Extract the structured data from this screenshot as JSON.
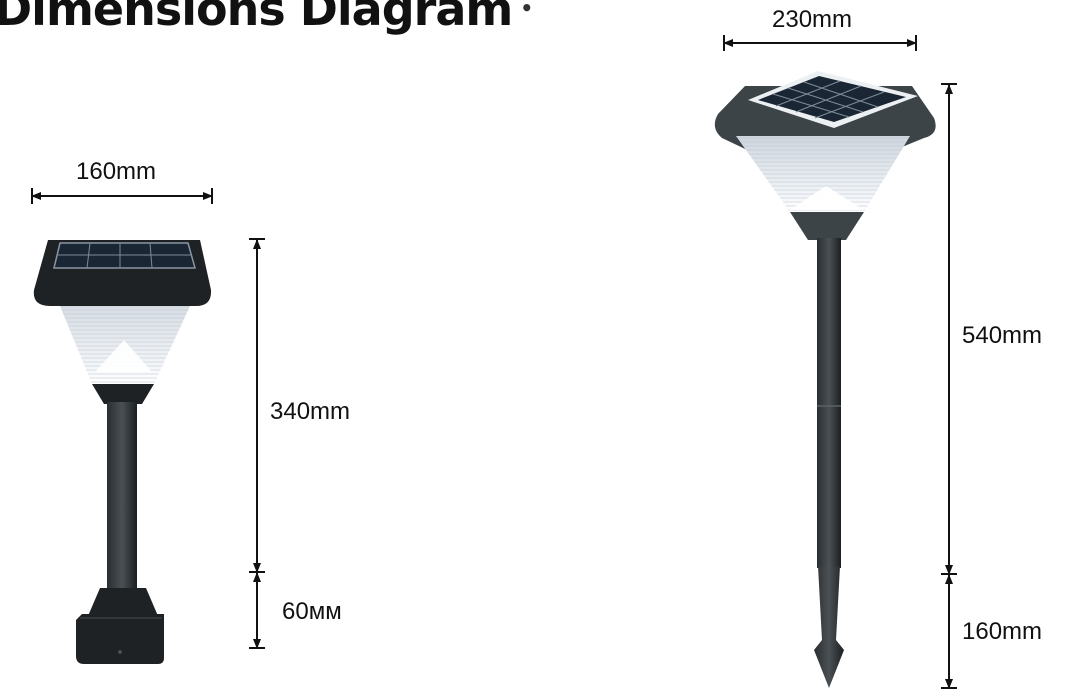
{
  "title": "Dimensions Diagram",
  "title_mark": "•",
  "small_lamp": {
    "width": "160mm",
    "body_height": "340mm",
    "base_height": "60мм"
  },
  "large_lamp": {
    "width": "230mm",
    "body_height": "540mm",
    "spike_height": "160mm"
  },
  "colors": {
    "lamp_body": "#1e2224",
    "lamp_cap_large": "#3c4448",
    "solar_panel": "#1a2634",
    "diffuser": "#e8edf2",
    "dimension_line": "#111111"
  }
}
